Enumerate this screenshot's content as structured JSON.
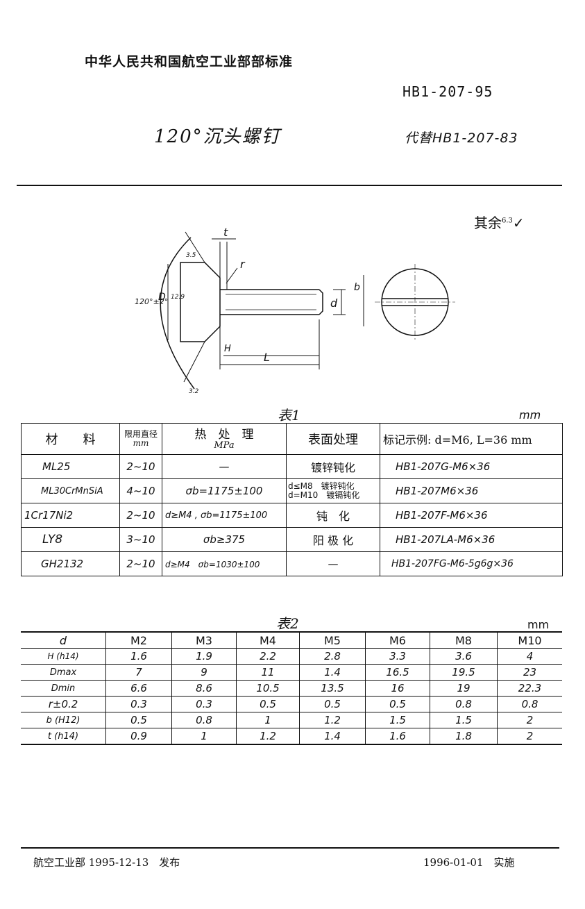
{
  "header": {
    "organization": "中华人民共和国航空工业部部标准",
    "standard_number": "HB1-207-95",
    "title": "120°沉头螺钉",
    "replaces": "代替HB1-207-83"
  },
  "roughness_note": {
    "text": "其余",
    "value": "6.3"
  },
  "drawing": {
    "labels": {
      "t": "t",
      "r": "r",
      "angle": "120°±2°",
      "D": "D",
      "head_chamfer_1": "3.5",
      "head_chamfer_2": "12.9",
      "H": "H",
      "L": "L",
      "d": "d",
      "b": "b",
      "bottom_roughness": "3.2"
    }
  },
  "table1": {
    "caption": "表1",
    "unit": "mm",
    "headers": {
      "material": "材　　料",
      "diameter_range": "限用直径",
      "diameter_unit": "mm",
      "heat_treatment": "热　处　理",
      "heat_unit": "MPa",
      "surface_treatment": "表面处理",
      "designation_example": "标记示例: d=M6, L=36 mm"
    },
    "rows": [
      {
        "material": "ML25",
        "range": "2~10",
        "heat": "—",
        "surface": "镀锌钝化",
        "surface2": "",
        "example": "HB1-207G-M6×36"
      },
      {
        "material": "ML30CrMnSiA",
        "range": "4~10",
        "heat": "σb=1175±100",
        "surface": "d≤M8　镀锌钝化",
        "surface2": "d=M10　镀镉钝化",
        "example": "HB1-207M6×36"
      },
      {
        "material": "1Cr17Ni2",
        "range": "2~10",
        "heat": "d≥M4 , σb=1175±100",
        "surface": "钝　化",
        "surface2": "",
        "example": "HB1-207F-M6×36"
      },
      {
        "material": "LY8",
        "range": "3~10",
        "heat": "σb≥375",
        "surface": "阳 极 化",
        "surface2": "",
        "example": "HB1-207LA-M6×36"
      },
      {
        "material": "GH2132",
        "range": "2~10",
        "heat": "d≥M4　σb=1030±100",
        "surface": "—",
        "surface2": "",
        "example": "HB1-207FG-M6-5g6g×36"
      }
    ]
  },
  "table2": {
    "caption": "表2",
    "unit": "mm",
    "columns": [
      "d",
      "M2",
      "M3",
      "M4",
      "M5",
      "M6",
      "M8",
      "M10"
    ],
    "rows": [
      {
        "label": "H (h14)",
        "values": [
          "1.6",
          "1.9",
          "2.2",
          "2.8",
          "3.3",
          "3.6",
          "4"
        ]
      },
      {
        "label": "Dmax",
        "values": [
          "7",
          "9",
          "11",
          "1.4",
          "16.5",
          "19.5",
          "23"
        ]
      },
      {
        "label": "Dmin",
        "values": [
          "6.6",
          "8.6",
          "10.5",
          "13.5",
          "16",
          "19",
          "22.3"
        ]
      },
      {
        "label": "r±0.2",
        "values": [
          "0.3",
          "0.3",
          "0.5",
          "0.5",
          "0.5",
          "0.8",
          "0.8"
        ]
      },
      {
        "label": "b (H12)",
        "values": [
          "0.5",
          "0.8",
          "1",
          "1.2",
          "1.5",
          "1.5",
          "2"
        ]
      },
      {
        "label": "t (h14)",
        "values": [
          "0.9",
          "1",
          "1.2",
          "1.4",
          "1.6",
          "1.8",
          "2"
        ]
      }
    ]
  },
  "footer": {
    "issued": "航空工业部 1995-12-13　发布",
    "effective": "1996-01-01　实施"
  }
}
